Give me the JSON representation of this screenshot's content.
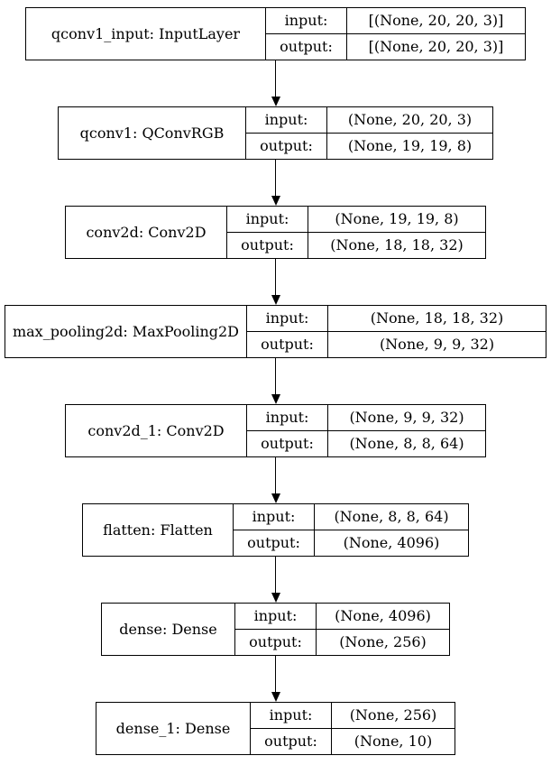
{
  "diagram": {
    "type": "keras-model-architecture",
    "row_labels": {
      "input": "input:",
      "output": "output:"
    },
    "colors": {
      "border": "#000000",
      "background": "#ffffff",
      "text": "#000000"
    },
    "layers": [
      {
        "name": "qconv1_input: InputLayer",
        "input": "[(None, 20, 20, 3)]",
        "output": "[(None, 20, 20, 3)]"
      },
      {
        "name": "qconv1: QConvRGB",
        "input": "(None, 20, 20, 3)",
        "output": "(None, 19, 19, 8)"
      },
      {
        "name": "conv2d: Conv2D",
        "input": "(None, 19, 19, 8)",
        "output": "(None, 18, 18, 32)"
      },
      {
        "name": "max_pooling2d: MaxPooling2D",
        "input": "(None, 18, 18, 32)",
        "output": "(None, 9, 9, 32)"
      },
      {
        "name": "conv2d_1: Conv2D",
        "input": "(None, 9, 9, 32)",
        "output": "(None, 8, 8, 64)"
      },
      {
        "name": "flatten: Flatten",
        "input": "(None, 8, 8, 64)",
        "output": "(None, 4096)"
      },
      {
        "name": "dense: Dense",
        "input": "(None, 4096)",
        "output": "(None, 256)"
      },
      {
        "name": "dense_1: Dense",
        "input": "(None, 256)",
        "output": "(None, 10)"
      }
    ]
  }
}
